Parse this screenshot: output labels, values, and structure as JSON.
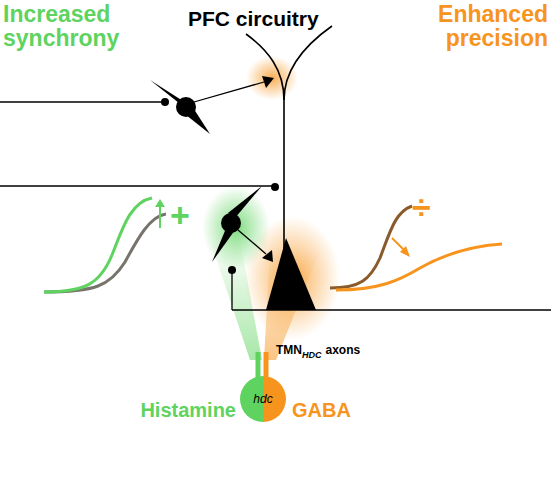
{
  "diagram": {
    "nodes": [
      {
        "text": [
          "hdc"
        ]
      }
    ],
    "labels": [
      "Increased synchrony",
      "PFC circuitry",
      "Enhanced precision",
      "+",
      "÷",
      "TMN",
      "HDC",
      "axons",
      "Histamine",
      "GABA"
    ]
  }
}
